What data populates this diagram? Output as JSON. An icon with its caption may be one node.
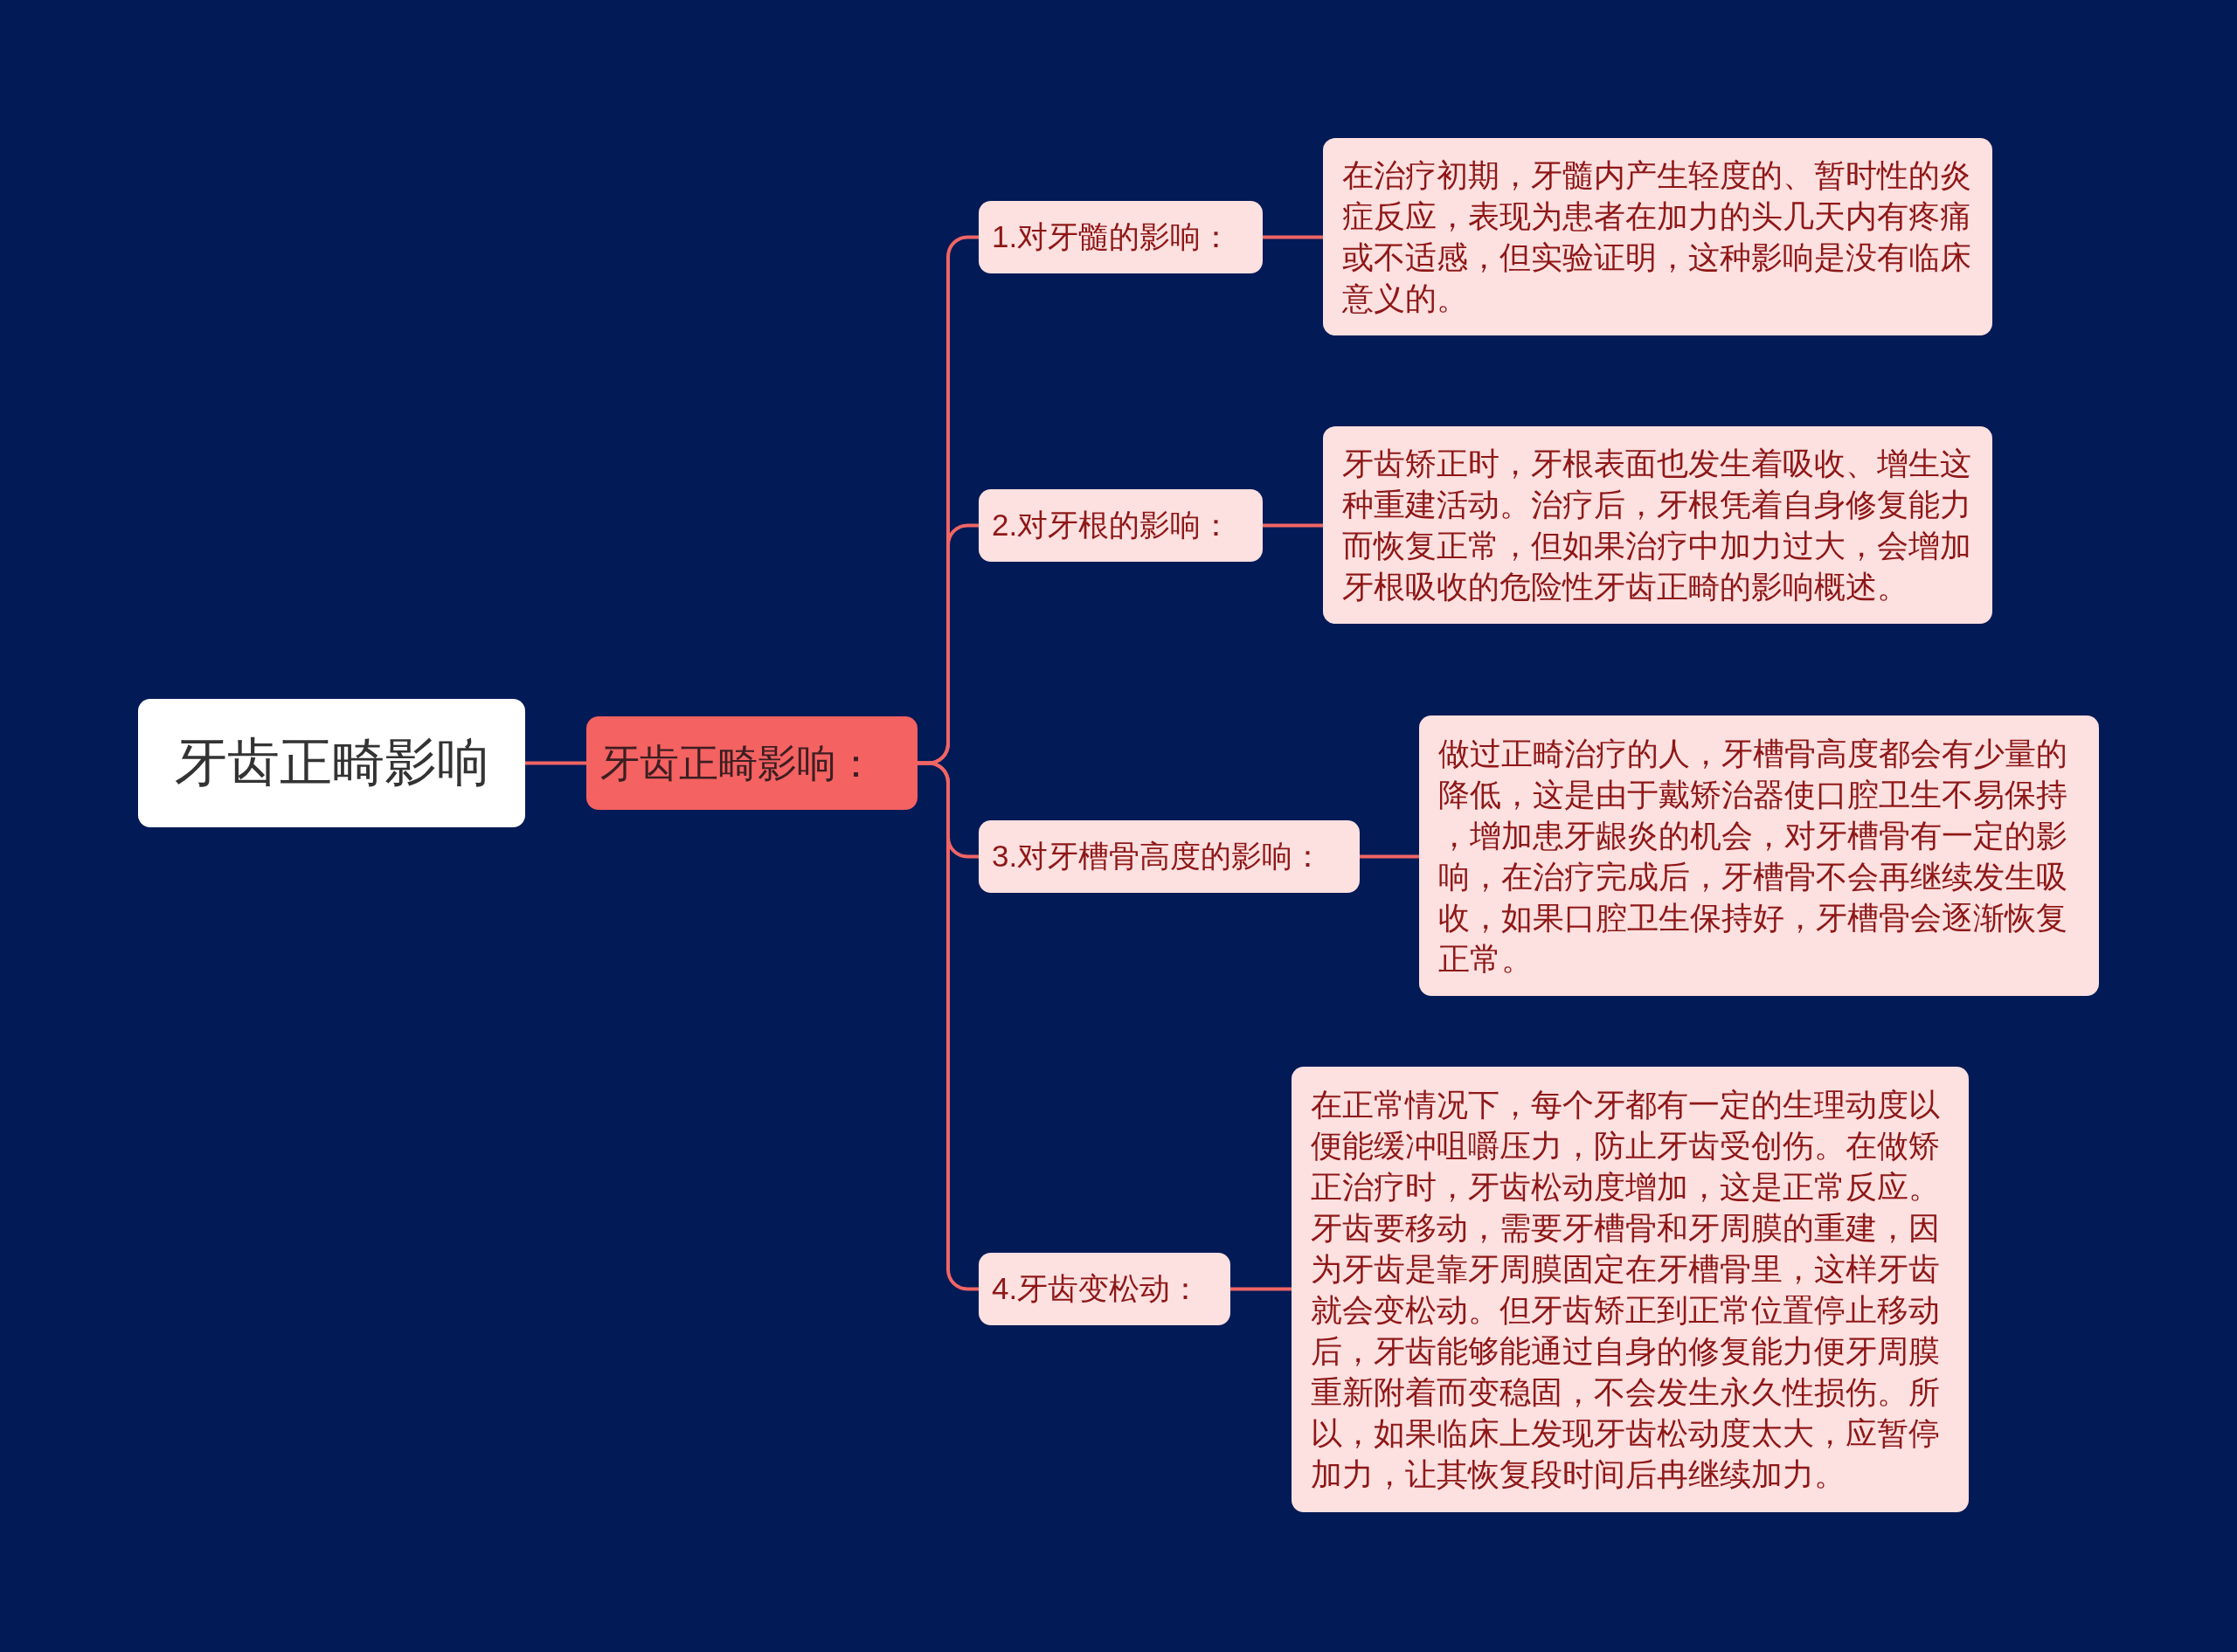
{
  "diagram": {
    "nodes": [
      {
        "text": [
          "牙齿正畸影响"
        ]
      },
      {
        "text": [
          "牙齿正畸影响："
        ]
      },
      {
        "text": [
          "1.对牙髓的影响："
        ]
      },
      {
        "text": [
          "在治疗初期，牙髓内产生轻度的、暂时性的炎症反应，表现为患者在加力的头几天内有疼痛或不适感，但实验证明，这种影响是没有临床意义的。"
        ]
      },
      {
        "text": [
          "2.对牙根的影响："
        ]
      },
      {
        "text": [
          "牙齿矫正时，牙根表面也发生着吸收、增生这种重建活动。治疗后，牙根凭着自身修复能力而恢复正常，但如果治疗中加力过大，会增加牙根吸收的危险性牙齿正畸的影响概述。"
        ]
      },
      {
        "text": [
          "3.对牙槽骨高度的影响："
        ]
      },
      {
        "text": [
          "做过正畸治疗的人，牙槽骨高度都会有少量的降低，这是由于戴矫治器使口腔卫生不易保持，增加患牙龈炎的机会，对牙槽骨有一定的影响，在治疗完成后，牙槽骨不会再继续发生吸收，如果口腔卫生保持好，牙槽骨会逐渐恢复正常。"
        ]
      },
      {
        "text": [
          "4.牙齿变松动："
        ]
      },
      {
        "text": [
          "在正常情况下，每个牙都有一定的生理动度以便能缓冲咀嚼压力，防止牙齿受创伤。在做矫正治疗时，牙齿松动度增加，这是正常反应。牙齿要移动，需要牙槽骨和牙周膜的重建，因为牙齿是靠牙周膜固定在牙槽骨里，这样牙齿就会变松动。但牙齿矫正到正常位置停止移动后，牙齿能够能通过自身的修复能力便牙周膜重新附着而变稳固，不会发生永久性损伤。所以，如果临床上发现牙齿松动度太大，应暂停加力，让其恢复段时间后冉继续加力。"
        ]
      }
    ],
    "edges": [
      {
        "from": 0,
        "to": 1,
        "arrow": "none"
      },
      {
        "from": 1,
        "to": 2,
        "arrow": "none"
      },
      {
        "from": 1,
        "to": 4,
        "arrow": "none"
      },
      {
        "from": 1,
        "to": 6,
        "arrow": "none"
      },
      {
        "from": 1,
        "to": 8,
        "arrow": "none"
      },
      {
        "from": 2,
        "to": 3,
        "arrow": "none"
      },
      {
        "from": 4,
        "to": 5,
        "arrow": "none"
      },
      {
        "from": 6,
        "to": 7,
        "arrow": "none"
      },
      {
        "from": 8,
        "to": 9,
        "arrow": "none"
      }
    ]
  }
}
